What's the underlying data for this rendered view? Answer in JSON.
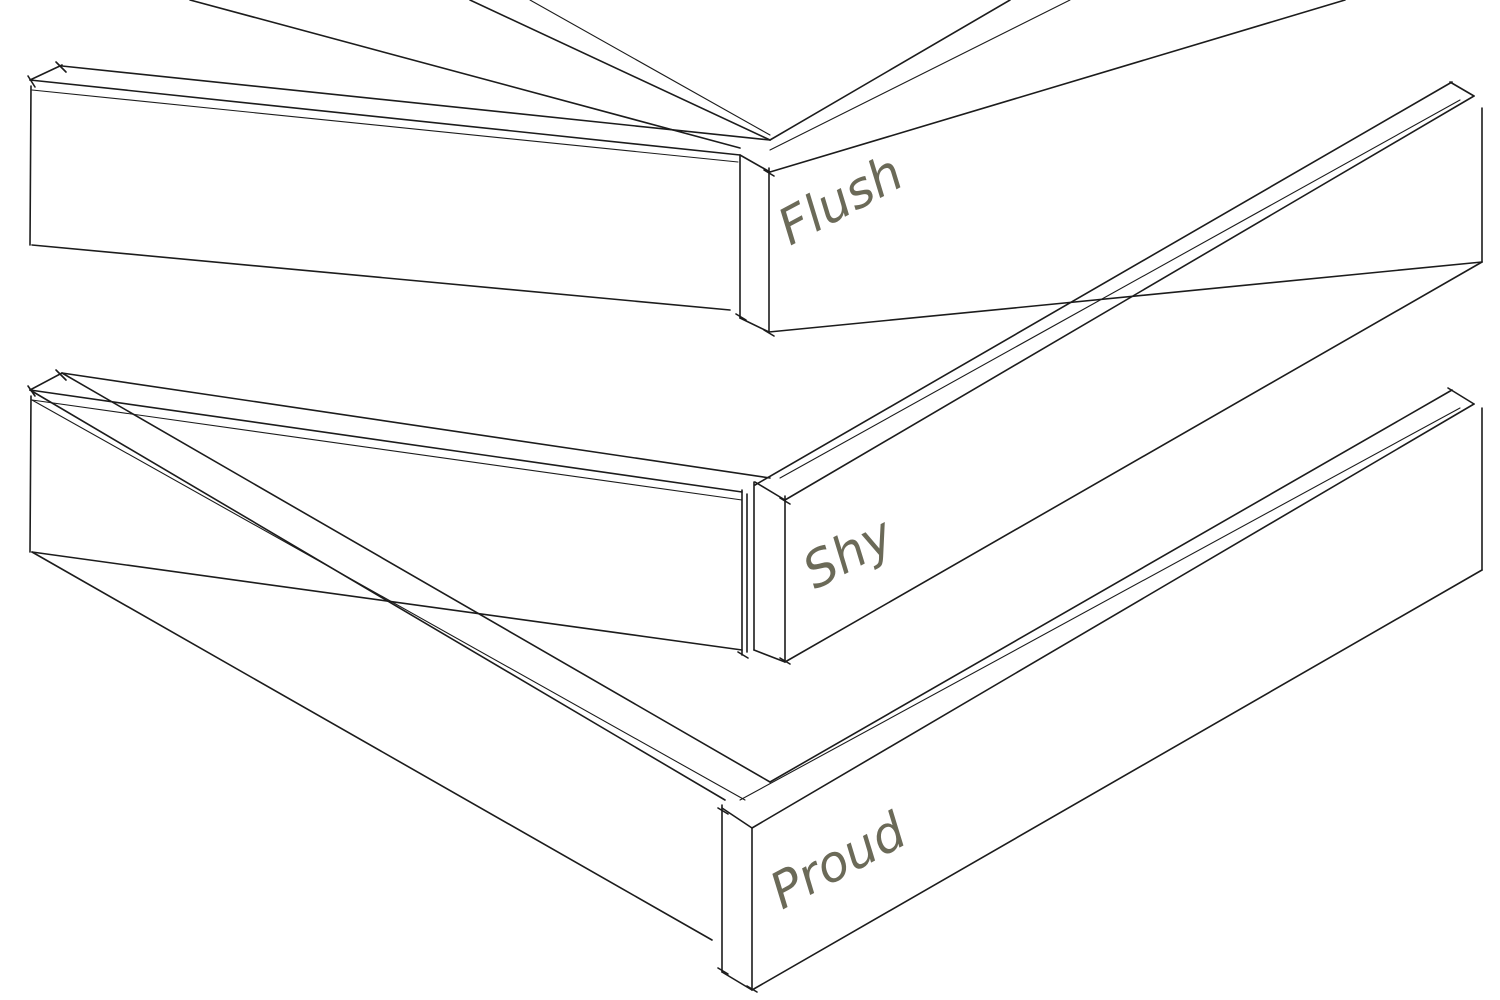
{
  "diagram": {
    "labels": {
      "flush": "Flush",
      "shy": "Shy",
      "proud": "Proud"
    },
    "colors": {
      "line": "#1c1c1c",
      "label": "#6b6a58",
      "background": "#ffffff"
    }
  }
}
